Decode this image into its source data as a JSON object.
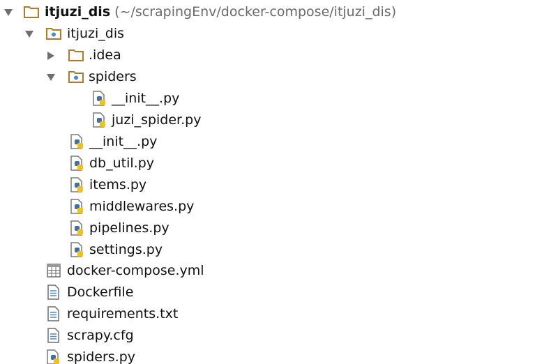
{
  "project_tree": {
    "root": {
      "name": "itjuzi_dis",
      "path": "(~/scrapingEnv/docker-compose/itjuzi_dis)"
    },
    "items": [
      {
        "label": "itjuzi_dis",
        "icon": "package-folder-icon"
      },
      {
        "label": ".idea",
        "icon": "folder-icon"
      },
      {
        "label": "spiders",
        "icon": "package-folder-icon"
      },
      {
        "label": "__init__.py",
        "icon": "python-file-icon"
      },
      {
        "label": "juzi_spider.py",
        "icon": "python-file-icon"
      },
      {
        "label": "__init__.py",
        "icon": "python-file-icon"
      },
      {
        "label": "db_util.py",
        "icon": "python-file-icon"
      },
      {
        "label": "items.py",
        "icon": "python-file-icon"
      },
      {
        "label": "middlewares.py",
        "icon": "python-file-icon"
      },
      {
        "label": "pipelines.py",
        "icon": "python-file-icon"
      },
      {
        "label": "settings.py",
        "icon": "python-file-icon"
      },
      {
        "label": "docker-compose.yml",
        "icon": "yaml-file-icon"
      },
      {
        "label": "Dockerfile",
        "icon": "text-file-icon"
      },
      {
        "label": "requirements.txt",
        "icon": "text-file-icon"
      },
      {
        "label": "scrapy.cfg",
        "icon": "text-file-icon"
      },
      {
        "label": "spiders.py",
        "icon": "python-file-icon"
      }
    ]
  },
  "colors": {
    "folder": "#b07a2a",
    "package_dot": "#4b8bbf",
    "python_blue": "#3f6fa8",
    "python_yellow": "#f2c11d",
    "arrow": "#6f6f6f",
    "path_text": "#6a6a6a"
  }
}
